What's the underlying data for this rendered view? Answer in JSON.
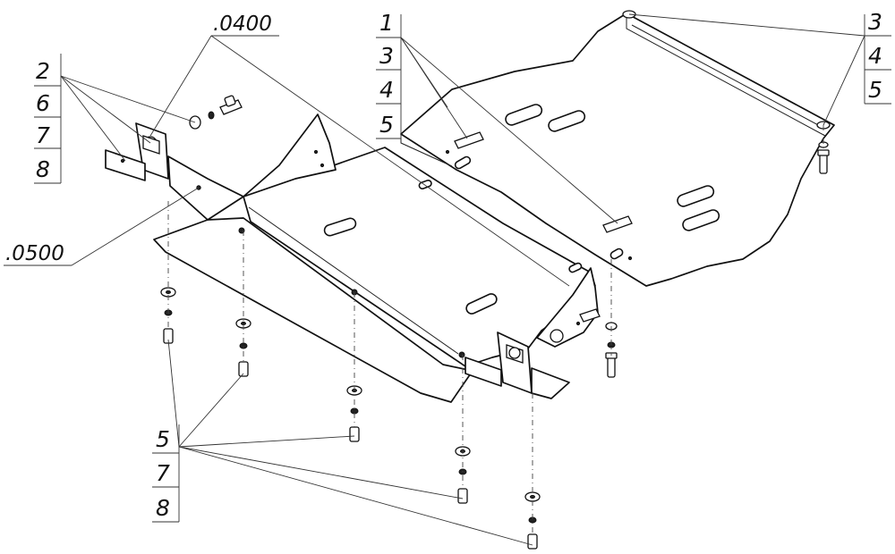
{
  "drawing": {
    "refs": {
      "assembly_top": ".0400",
      "assembly_left": ".0500"
    },
    "callouts": {
      "top_left": [
        "2",
        "6",
        "7",
        "8"
      ],
      "top_middle": [
        "1",
        "3",
        "4",
        "5"
      ],
      "top_right": [
        "3",
        "4",
        "5"
      ],
      "bottom": [
        "5",
        "7",
        "8"
      ]
    }
  }
}
